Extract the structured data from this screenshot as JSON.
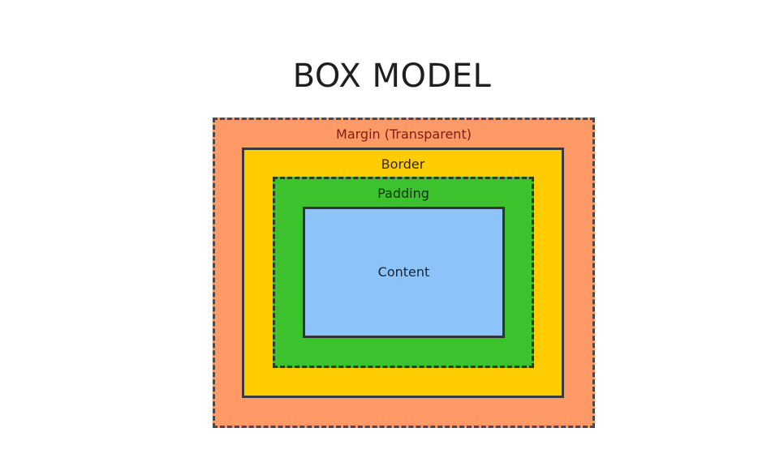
{
  "title": "BOX MODEL",
  "colors": {
    "margin": "#FF9966",
    "border": "#FFCC00",
    "padding": "#3CC22C",
    "content": "#8CC4FA"
  },
  "layers": {
    "margin": {
      "label": "Margin (Transparent)"
    },
    "border": {
      "label": "Border"
    },
    "padding": {
      "label": "Padding"
    },
    "content": {
      "label": "Content"
    }
  }
}
